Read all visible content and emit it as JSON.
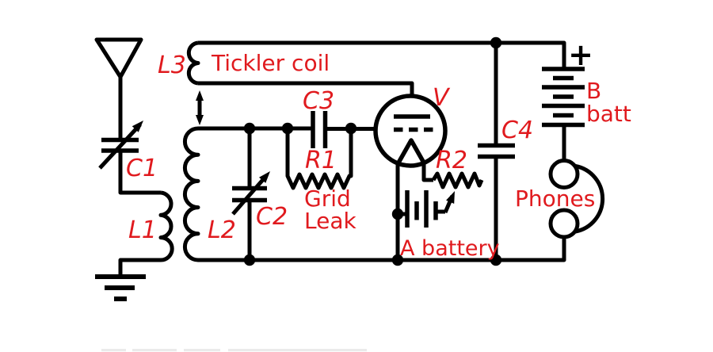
{
  "background_color": "#ffffff",
  "colors": {
    "wire": "#000000",
    "label_red": "#e01a1e",
    "artifact_gray": "#ebebeb"
  },
  "labels": {
    "l3": "L3",
    "tickler_coil": "Tickler coil",
    "c1": "C1",
    "l1": "L1",
    "l2": "L2",
    "c2": "C2",
    "c3": "C3",
    "r1": "R1",
    "grid_leak_line1": "Grid",
    "grid_leak_line2": "Leak",
    "tube_v": "V",
    "r2": "R2",
    "a_battery": "A battery",
    "c4": "C4",
    "b_battery_line1": "B",
    "b_battery_line2": "batt",
    "b_polarity": "+",
    "phones": "Phones"
  }
}
